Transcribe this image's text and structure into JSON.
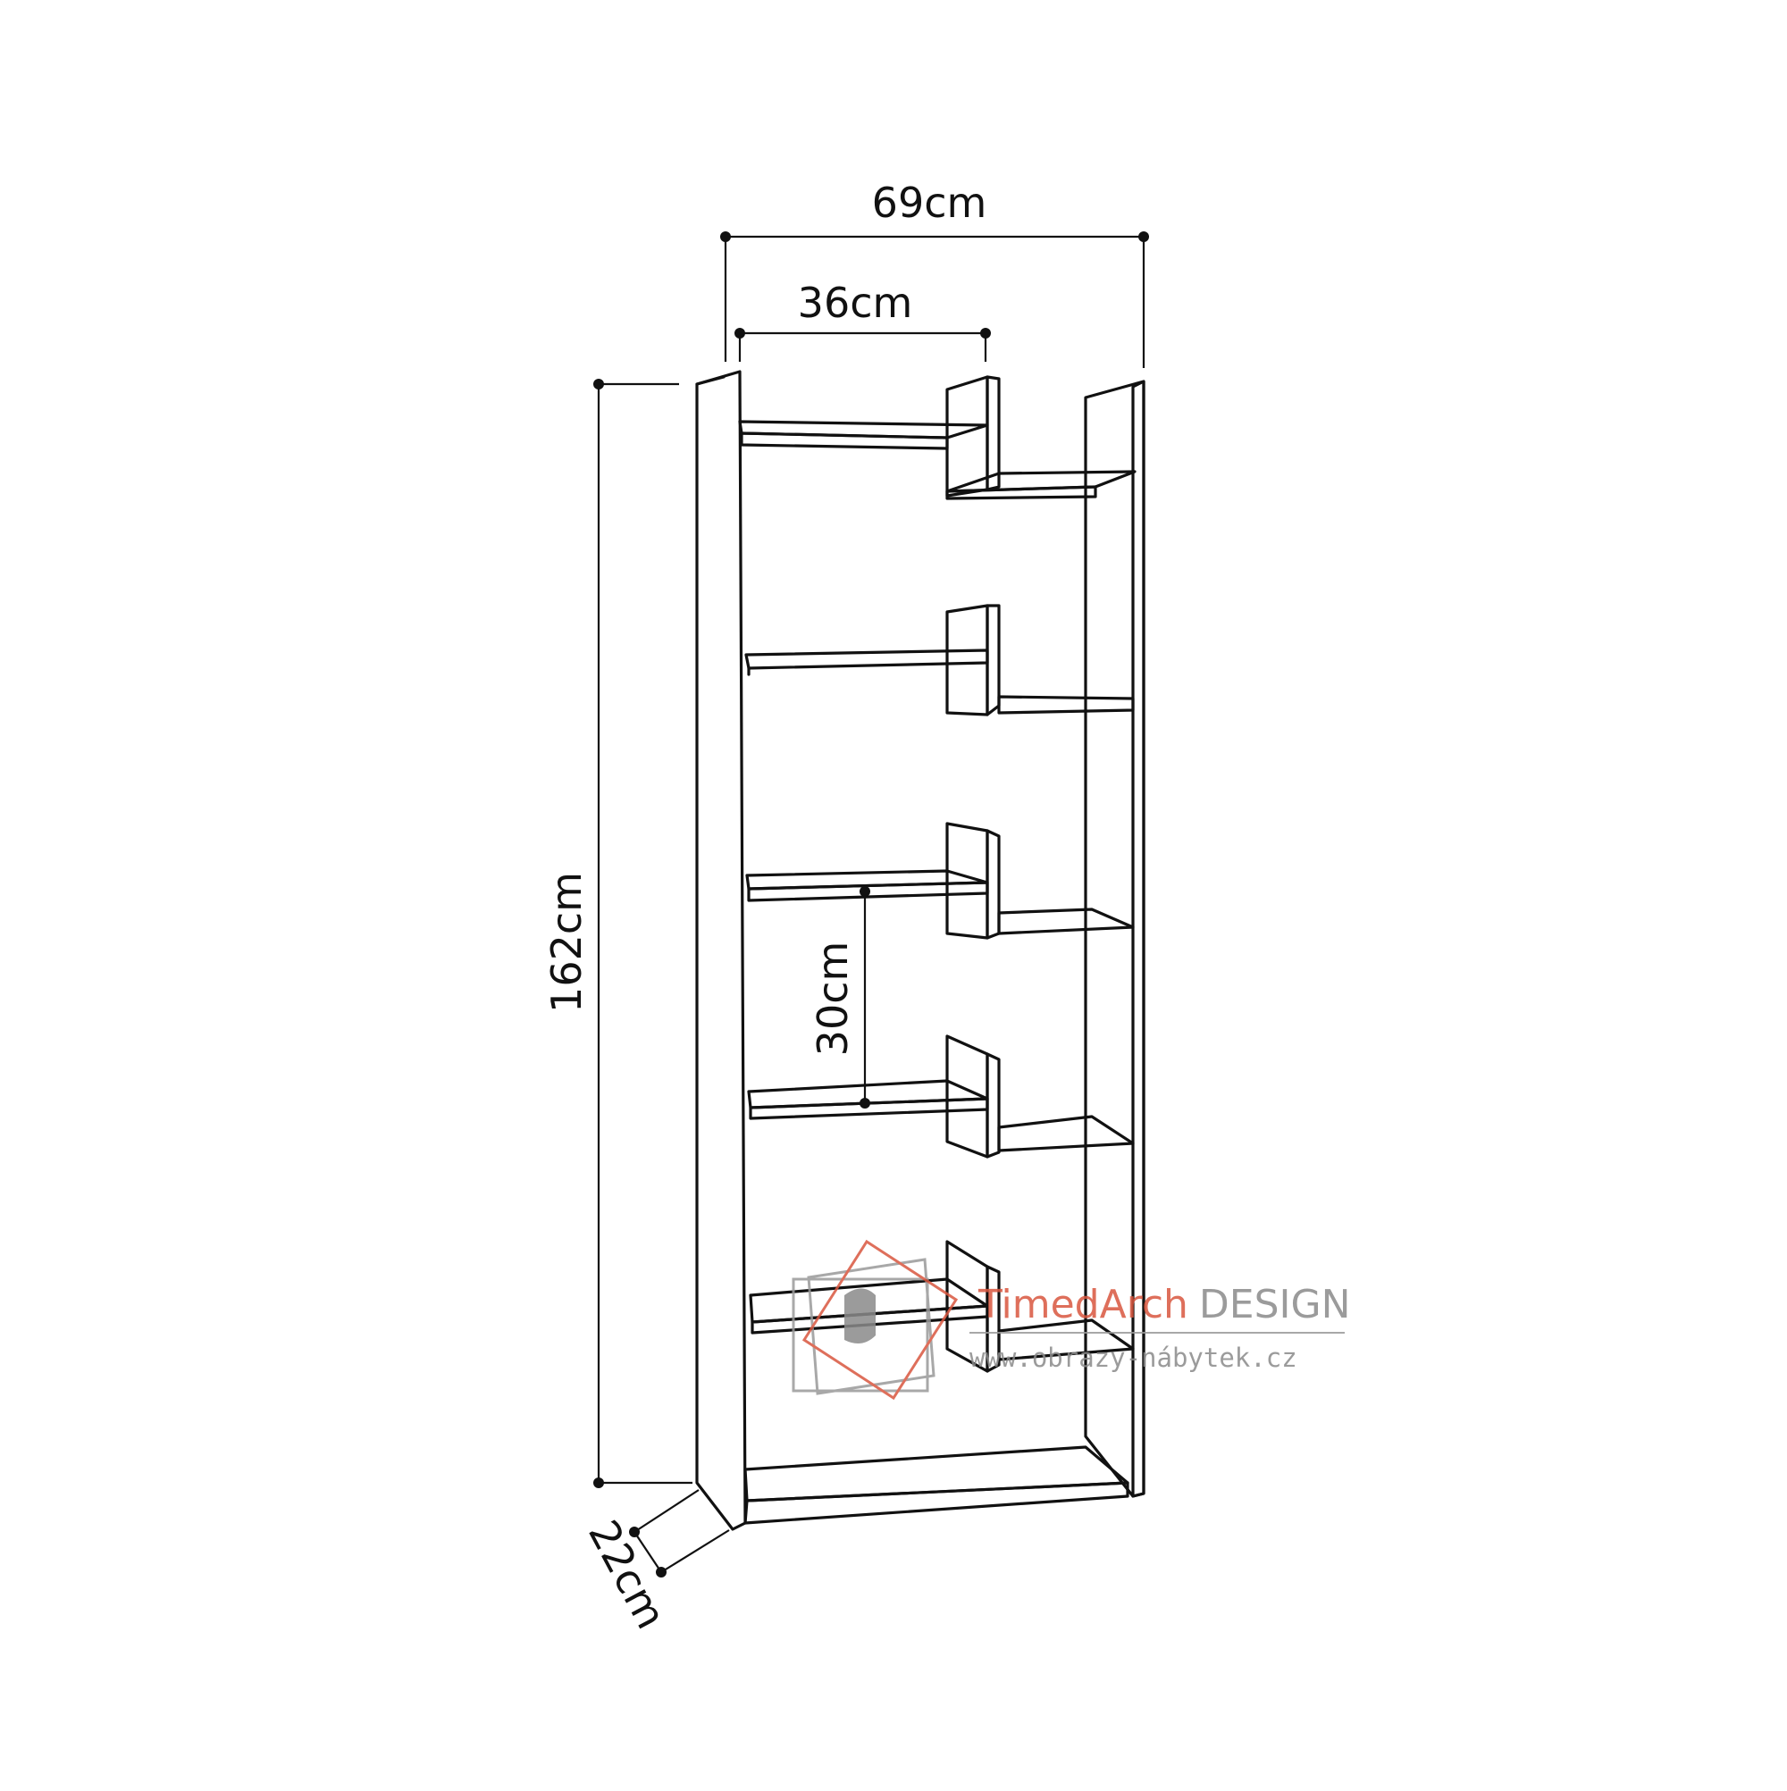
{
  "dimensions": {
    "total_width": "69cm",
    "inner_width": "36cm",
    "height": "162cm",
    "shelf_spacing": "30cm",
    "depth": "22cm"
  },
  "watermark": {
    "brand_part1": "TimedArch",
    "brand_part2": "DESIGN",
    "url": "www.obrazy-nábytek.cz",
    "brand_color": "#d9573f",
    "text_color": "#8a8a8a"
  },
  "colors": {
    "line": "#111111",
    "background": "#ffffff"
  }
}
